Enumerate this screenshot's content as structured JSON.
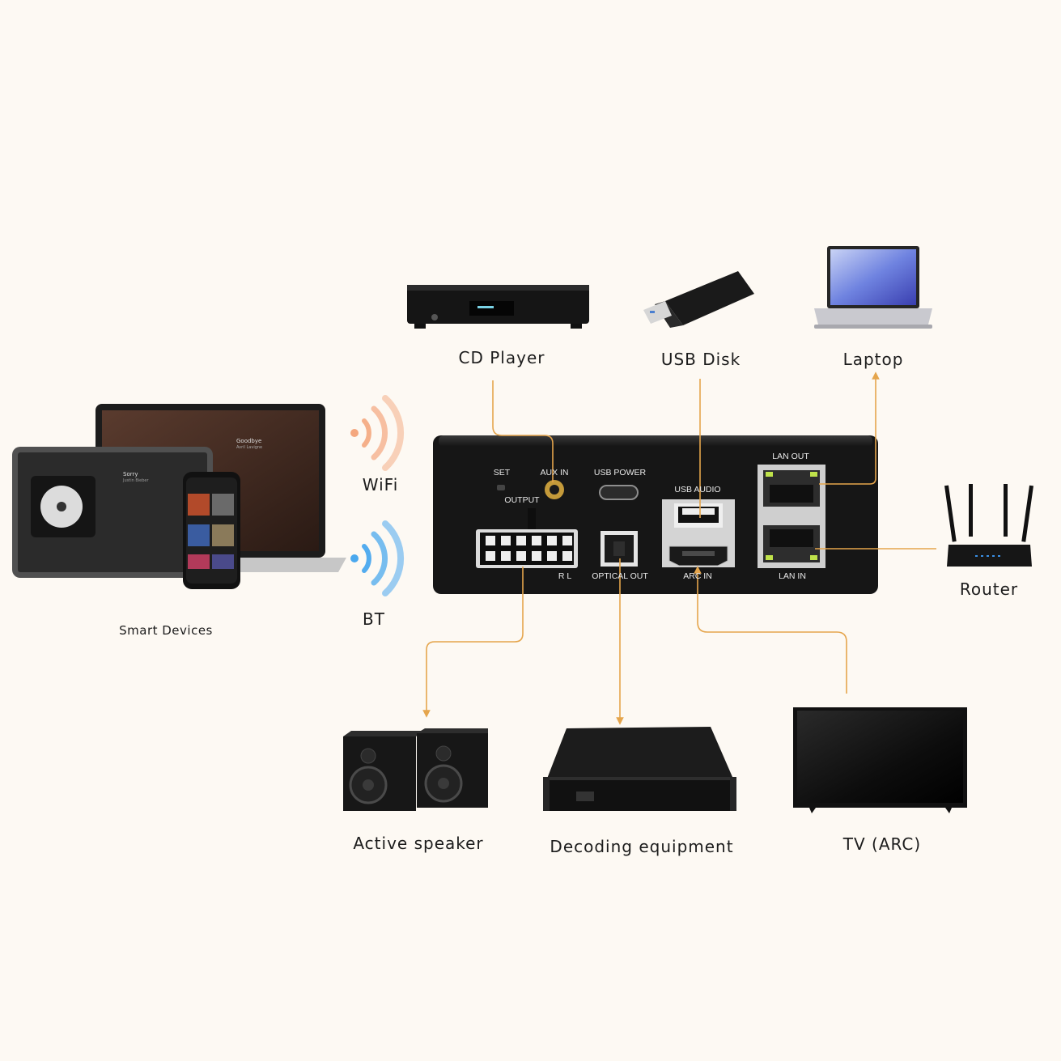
{
  "colors": {
    "background": "#fdf9f3",
    "line": "#e5a54c",
    "wifi": "#f4a77e",
    "bt": "#4aa8ee",
    "device_body": "#1a1a1a"
  },
  "devices": {
    "cd_player": "CD Player",
    "usb_disk": "USB Disk",
    "laptop": "Laptop",
    "router": "Router",
    "active_speaker": "Active speaker",
    "decoding_equipment": "Decoding equipment",
    "tv": "TV (ARC)",
    "smart_devices": "Smart Devices"
  },
  "wireless": {
    "wifi": "WiFi",
    "bt": "BT"
  },
  "ports": {
    "set": "SET",
    "aux_in": "AUX IN",
    "usb_power": "USB POWER",
    "usb_audio": "USB AUDIO",
    "lan_out": "LAN OUT",
    "output": "OUTPUT",
    "r_l": "R   L",
    "optical_out": "OPTICAL OUT",
    "arc_in": "ARC IN",
    "lan_in": "LAN IN"
  },
  "screen_texts": {
    "tablet_song": "Sorry",
    "tablet_artist": "Justin Bieber",
    "laptop_song": "Goodbye",
    "laptop_artist": "Avril Lavigne"
  }
}
